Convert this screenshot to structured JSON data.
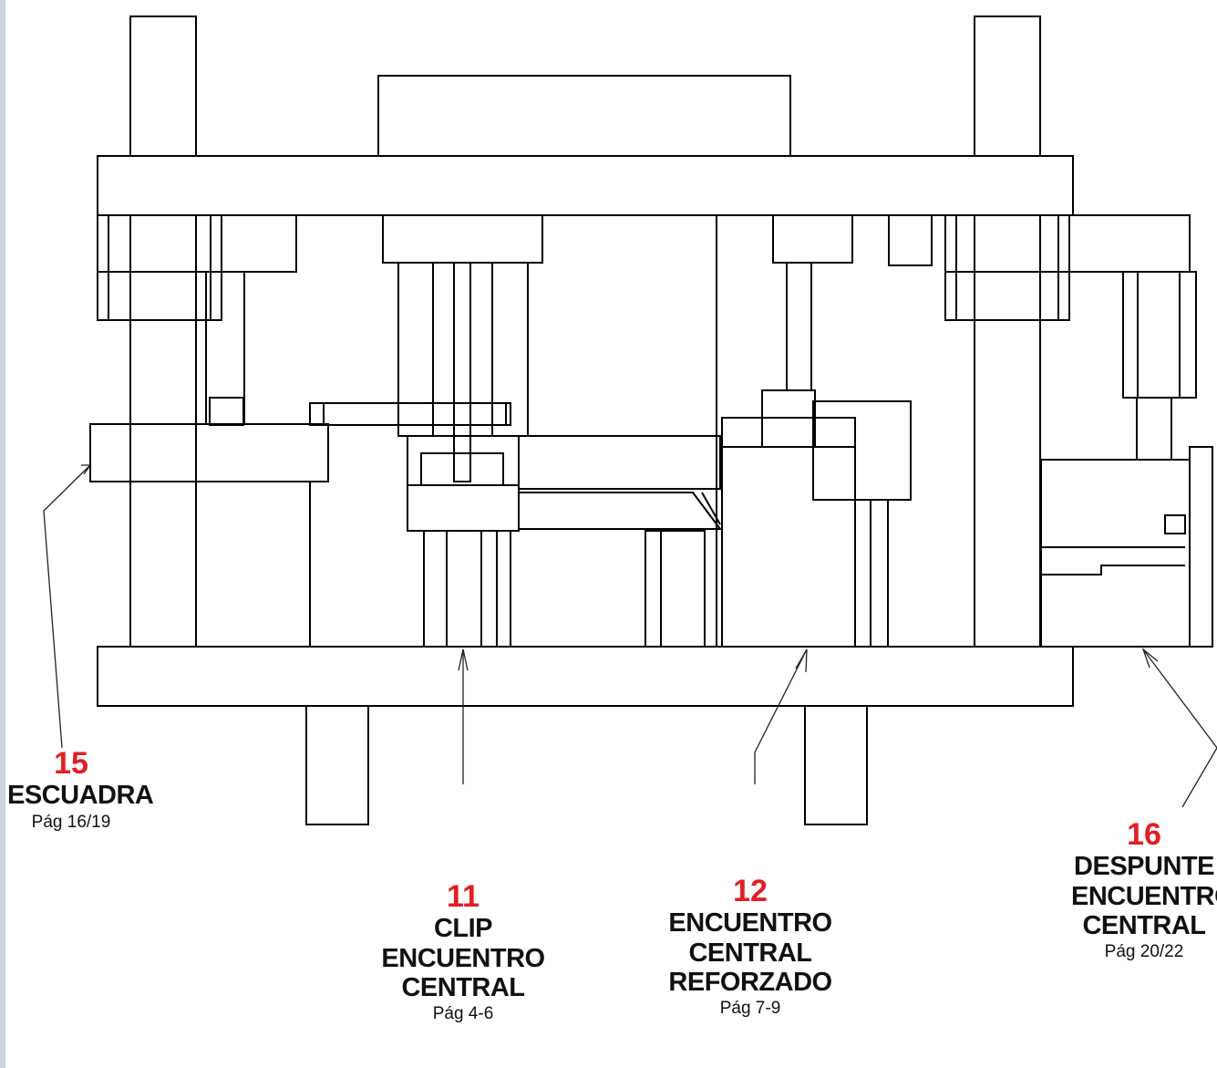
{
  "callouts": [
    {
      "number": "15",
      "name_lines": [
        "ESCUADRA"
      ],
      "page": "Pág 16/19"
    },
    {
      "number": "11",
      "name_lines": [
        "CLIP",
        "ENCUENTRO",
        "CENTRAL"
      ],
      "page": "Pág 4-6"
    },
    {
      "number": "12",
      "name_lines": [
        "ENCUENTRO",
        "CENTRAL REFORZADO"
      ],
      "page": "Pág 7-9"
    },
    {
      "number": "16",
      "name_lines": [
        "DESPUNTE",
        "ENCUENTRO",
        "CENTRAL"
      ],
      "page": "Pág 20/22"
    }
  ],
  "colors": {
    "number": "#e31e24",
    "text": "#111111",
    "line": "#000000",
    "sidebar": "#cdd3dc"
  }
}
